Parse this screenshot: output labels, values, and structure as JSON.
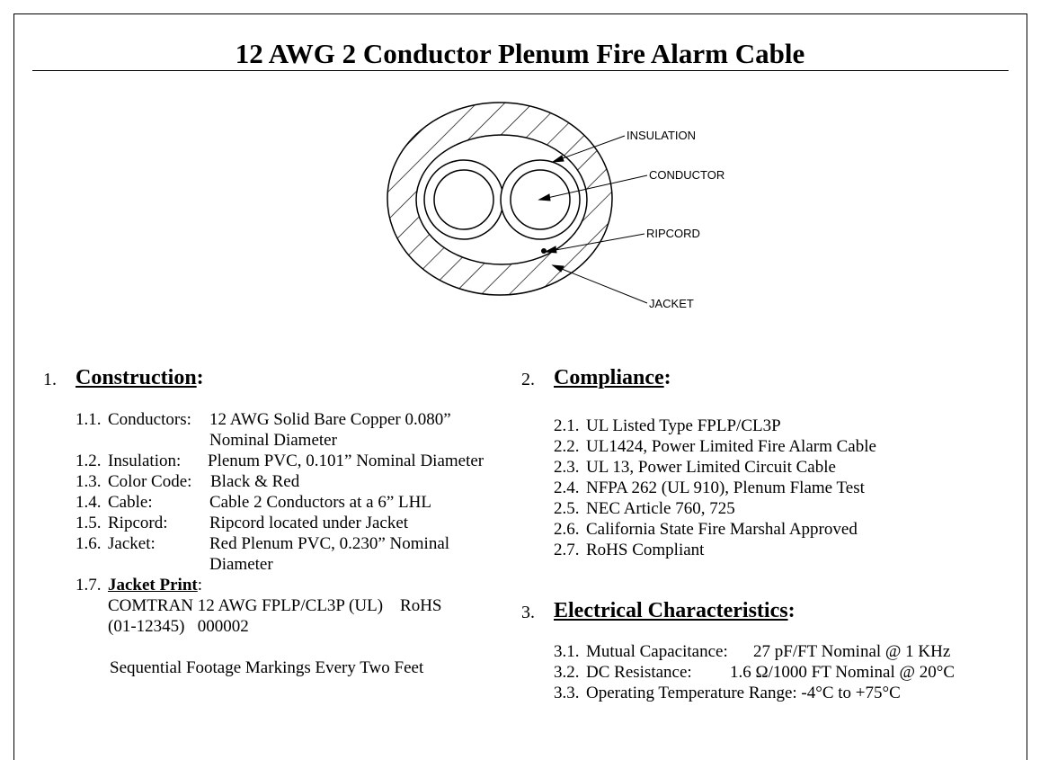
{
  "title": "12 AWG 2 Conductor Plenum Fire Alarm Cable",
  "diagram": {
    "labels": {
      "insulation": "INSULATION",
      "conductor": "CONDUCTOR",
      "ripcord": "RIPCORD",
      "jacket": "JACKET"
    }
  },
  "construction": {
    "number": "1.",
    "heading": "Construction",
    "colon": ":",
    "items": [
      {
        "num": "1.1.",
        "label": "Conductors:",
        "value": "12 AWG Solid Bare Copper 0.080”",
        "value2": "Nominal Diameter"
      },
      {
        "num": "1.2.",
        "label": "Insulation:",
        "value": "Plenum PVC, 0.101” Nominal Diameter"
      },
      {
        "num": "1.3.",
        "label": "Color Code:",
        "value": "Black & Red"
      },
      {
        "num": "1.4.",
        "label": "Cable:",
        "value": "Cable 2 Conductors at a 6” LHL"
      },
      {
        "num": "1.5.",
        "label": "Ripcord:",
        "value": "Ripcord located under Jacket"
      },
      {
        "num": "1.6.",
        "label": "Jacket:",
        "value": "Red Plenum PVC, 0.230” Nominal",
        "value2": "Diameter"
      }
    ],
    "jacket_print": {
      "num": "1.7.",
      "label": "Jacket Print",
      "colon": ":",
      "line1": "COMTRAN 12 AWG FPLP/CL3P (UL)    RoHS",
      "line2": "(01-12345)   000002",
      "note": "Sequential Footage Markings Every Two Feet"
    }
  },
  "compliance": {
    "number": "2.",
    "heading": "Compliance",
    "colon": ":",
    "items": [
      {
        "num": "2.1.",
        "text": "UL Listed Type FPLP/CL3P"
      },
      {
        "num": "2.2.",
        "text": "UL1424, Power Limited Fire Alarm Cable"
      },
      {
        "num": "2.3.",
        "text": "UL 13, Power Limited Circuit Cable"
      },
      {
        "num": "2.4.",
        "text": "NFPA 262 (UL 910), Plenum Flame Test"
      },
      {
        "num": "2.5.",
        "text": "NEC Article 760, 725"
      },
      {
        "num": "2.6.",
        "text": "California State Fire Marshal Approved"
      },
      {
        "num": "2.7.",
        "text": "RoHS Compliant"
      }
    ]
  },
  "electrical": {
    "number": "3.",
    "heading": "Electrical Characteristics",
    "colon": ":",
    "items": [
      {
        "num": "3.1.",
        "label": "Mutual Capacitance:",
        "value": "27 pF/FT Nominal @ 1 KHz"
      },
      {
        "num": "3.2.",
        "label": "DC Resistance:",
        "value": "1.6 Ω/1000 FT Nominal @ 20°C"
      },
      {
        "num": "3.3.",
        "label": "Operating Temperature Range: -4°C to +75°C",
        "value": ""
      }
    ]
  }
}
